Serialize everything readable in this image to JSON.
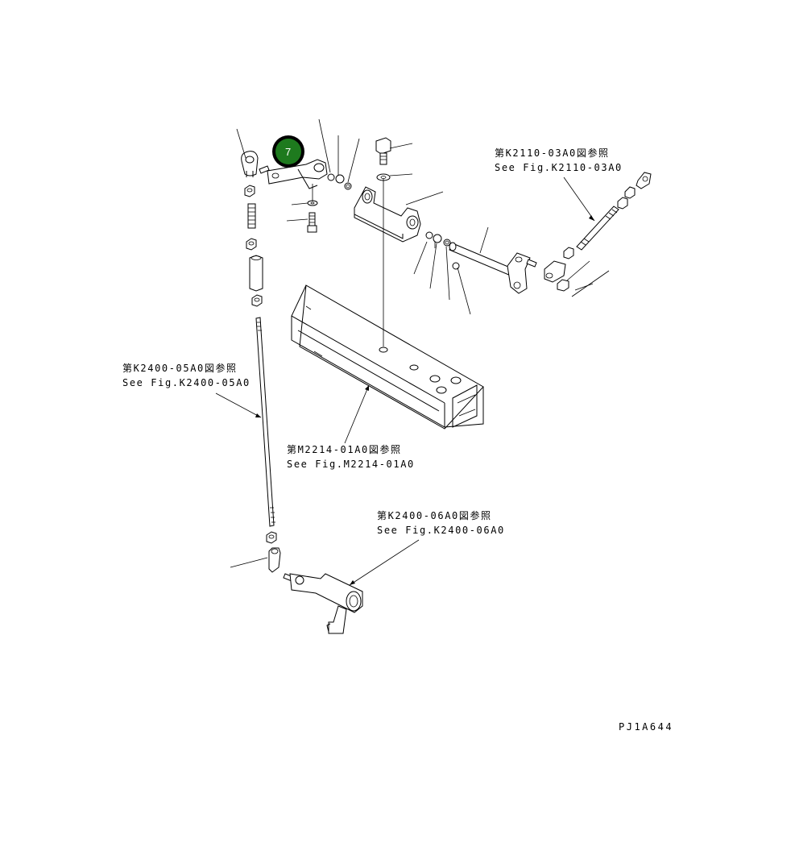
{
  "references": {
    "k2110": {
      "jp": "第K2110-03A0図参照",
      "en": "See Fig.K2110-03A0"
    },
    "k2400_05": {
      "jp": "第K2400-05A0図参照",
      "en": "See Fig.K2400-05A0"
    },
    "m2214": {
      "jp": "第M2214-01A0図参照",
      "en": "See Fig.M2214-01A0"
    },
    "k2400_06": {
      "jp": "第K2400-06A0図参照",
      "en": "See Fig.K2400-06A0"
    }
  },
  "callout": {
    "number": "7",
    "color": "#1e7a1e",
    "ring_color": "#000000"
  },
  "drawing_code": "PJ1A644"
}
